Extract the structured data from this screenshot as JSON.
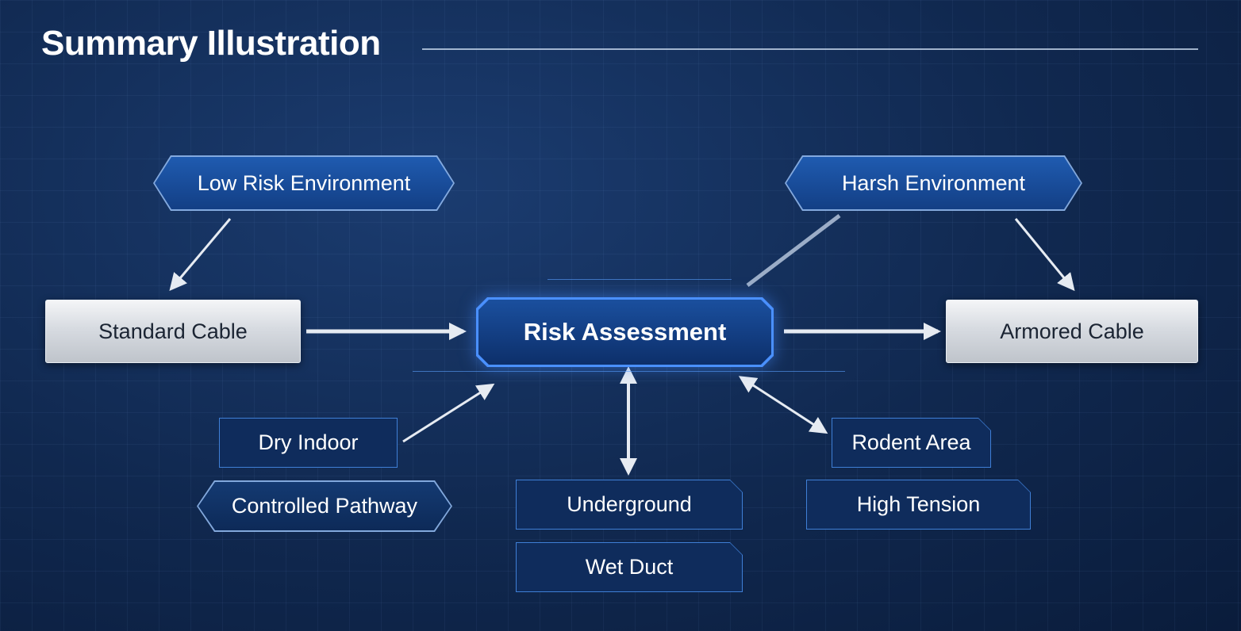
{
  "title": "Summary Illustration",
  "nodes": {
    "low_risk": "Low Risk Environment",
    "harsh": "Harsh Environment",
    "standard_cable": "Standard Cable",
    "risk_assessment": "Risk Assessment",
    "armored_cable": "Armored Cable",
    "dry_indoor": "Dry Indoor",
    "controlled_pathway": "Controlled Pathway",
    "underground": "Underground",
    "wet_duct": "Wet Duct",
    "rodent_area": "Rodent Area",
    "high_tension": "High Tension"
  },
  "colors": {
    "background": "#10284f",
    "accent": "#4a90ff",
    "cable": "#d7dbe1",
    "arrow": "#e6ebf2"
  }
}
